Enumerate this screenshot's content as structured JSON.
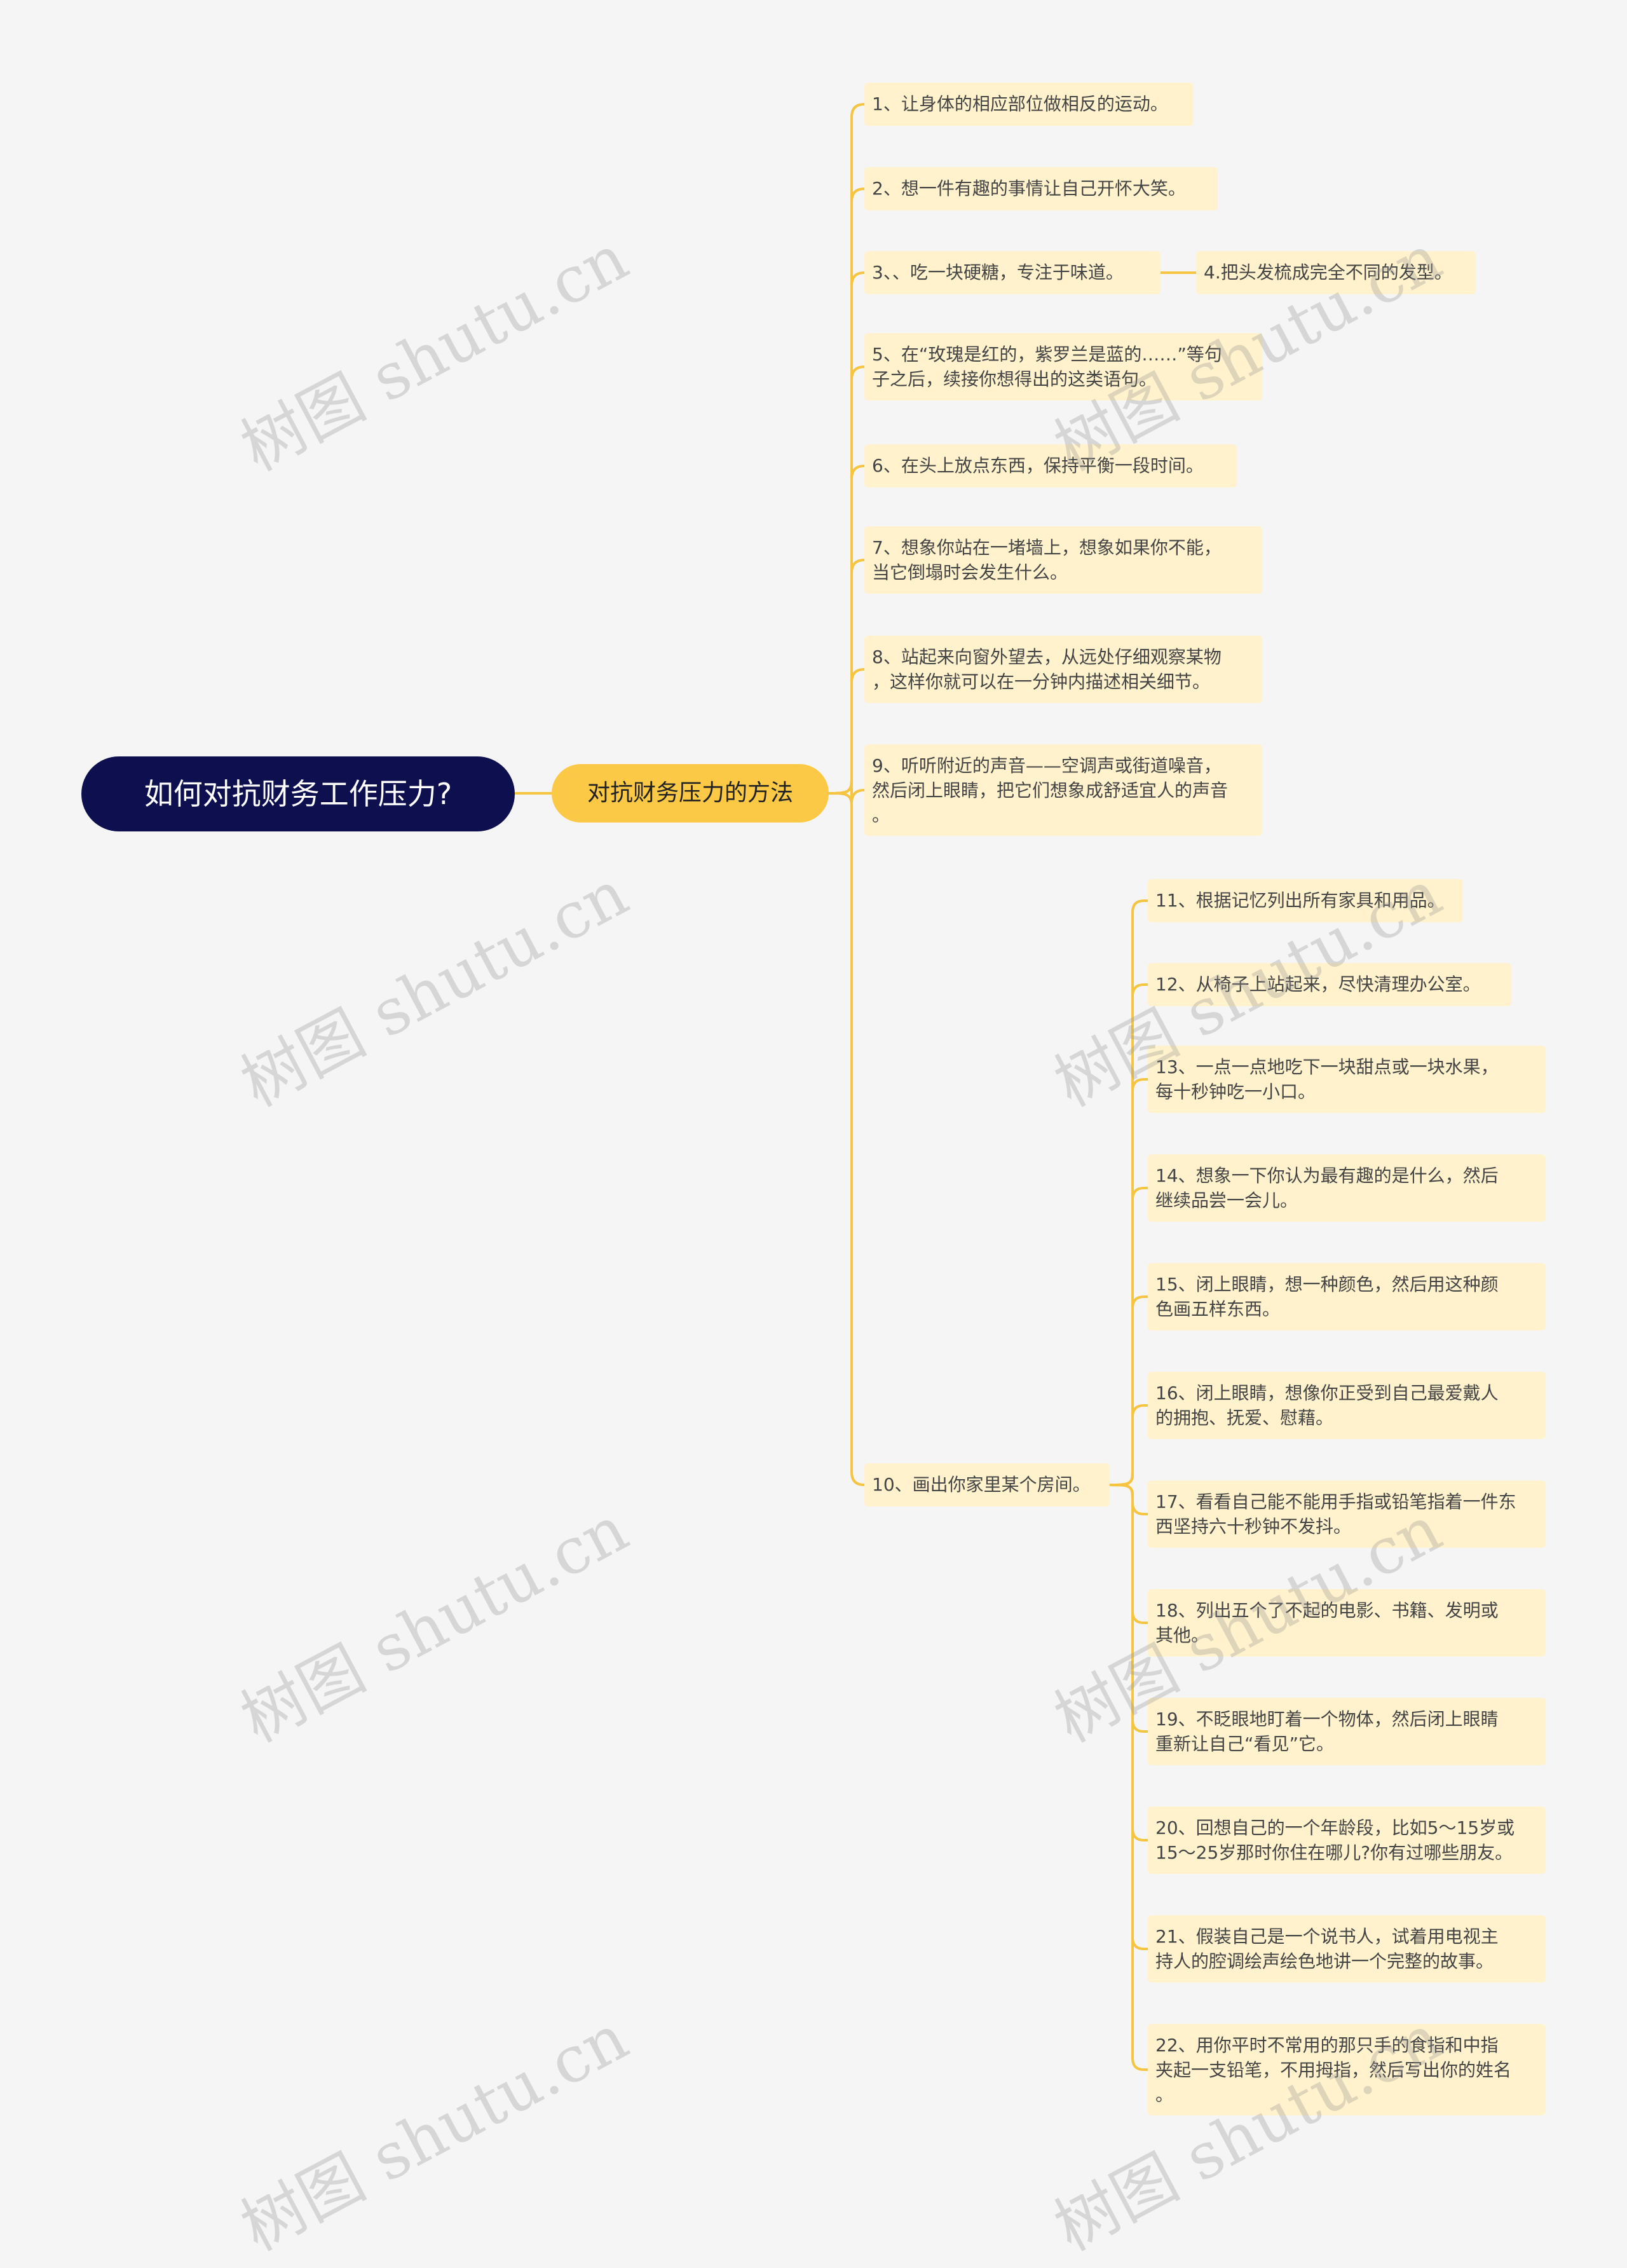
{
  "root": {
    "label": "如何对抗财务工作压力?"
  },
  "branch": {
    "label": "对抗财务压力的方法"
  },
  "items": [
    "1、让身体的相应部位做相反的运动。",
    "2、想一件有趣的事情让自己开怀大笑。",
    "3、、吃一块硬糖，专注于味道。",
    "5、在“玫瑰是红的，紫罗兰是蓝的……”等句\n子之后，续接你想得出的这类语句。",
    "6、在头上放点东西，保持平衡一段时间。",
    "7、想象你站在一堵墙上，想象如果你不能，\n当它倒塌时会发生什么。",
    "8、站起来向窗外望去，从远处仔细观察某物\n，这样你就可以在一分钟内描述相关细节。",
    "9、听听附近的声音——空调声或街道噪音，\n然后闭上眼睛，把它们想象成舒适宜人的声音\n。",
    "10、画出你家里某个房间。"
  ],
  "item3_child": "4.把头发梳成完全不同的发型。",
  "item10_children": [
    "11、根据记忆列出所有家具和用品。",
    "12、从椅子上站起来，尽快清理办公室。",
    "13、一点一点地吃下一块甜点或一块水果，\n每十秒钟吃一小口。",
    "14、想象一下你认为最有趣的是什么，然后\n继续品尝一会儿。",
    "15、闭上眼睛，想一种颜色，然后用这种颜\n色画五样东西。",
    "16、闭上眼睛，想像你正受到自己最爱戴人\n的拥抱、抚爱、慰藉。",
    "17、看看自己能不能用手指或铅笔指着一件东\n西坚持六十秒钟不发抖。",
    "18、列出五个了不起的电影、书籍、发明或\n其他。",
    "19、不眨眼地盯着一个物体，然后闭上眼睛\n重新让自己“看见”它。",
    "20、回想自己的一个年龄段，比如5～15岁或\n15～25岁那时你住在哪儿?你有过哪些朋友。",
    "21、假装自己是一个说书人，试着用电视主\n持人的腔调绘声绘色地讲一个完整的故事。",
    "22、用你平时不常用的那只手的食指和中指\n夹起一支铅笔，不用拇指，然后写出你的姓名\n。"
  ],
  "watermark": "树图 shutu.cn",
  "colors": {
    "root": "#0e0f4f",
    "branch": "#fbc946",
    "leaf": "#fff2cc",
    "line": "#f5c542"
  }
}
